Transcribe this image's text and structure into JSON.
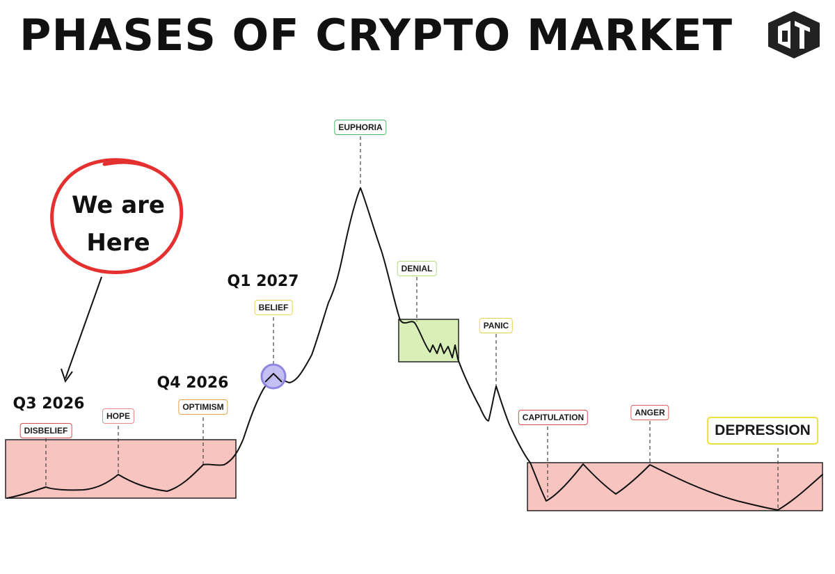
{
  "title": "PHASES OF CRYPTO MARKET",
  "callout": {
    "line1": "We are",
    "line2": "Here"
  },
  "quarters": [
    {
      "id": "q3-2026",
      "label": "Q3 2026"
    },
    {
      "id": "q4-2026",
      "label": "Q4 2026"
    },
    {
      "id": "q1-2027",
      "label": "Q1 2027"
    }
  ],
  "phases": [
    {
      "id": "disbelief",
      "label": "DISBELIEF",
      "color": "#d94a4a"
    },
    {
      "id": "hope",
      "label": "HOPE",
      "color": "#e88a8a"
    },
    {
      "id": "optimism",
      "label": "OPTIMISM",
      "color": "#e3a24a"
    },
    {
      "id": "belief",
      "label": "BELIEF",
      "color": "#e8d44a"
    },
    {
      "id": "euphoria",
      "label": "EUPHORIA",
      "color": "#4ab86a"
    },
    {
      "id": "denial",
      "label": "DENIAL",
      "color": "#b4d87a"
    },
    {
      "id": "panic",
      "label": "PANIC",
      "color": "#e8d44a"
    },
    {
      "id": "capitulation",
      "label": "CAPITULATION",
      "color": "#d94a4a"
    },
    {
      "id": "anger",
      "label": "ANGER",
      "color": "#e06060"
    },
    {
      "id": "depression",
      "label": "DEPRESSION",
      "color": "#ece03a"
    }
  ],
  "colors": {
    "zone_red": "#f7c4c0",
    "zone_green": "#d8f0b8",
    "callout_ring": "#e53030",
    "marker": "#8a80e0",
    "line": "#111111"
  },
  "icons": {
    "logo": "hexagon-logo-icon"
  }
}
